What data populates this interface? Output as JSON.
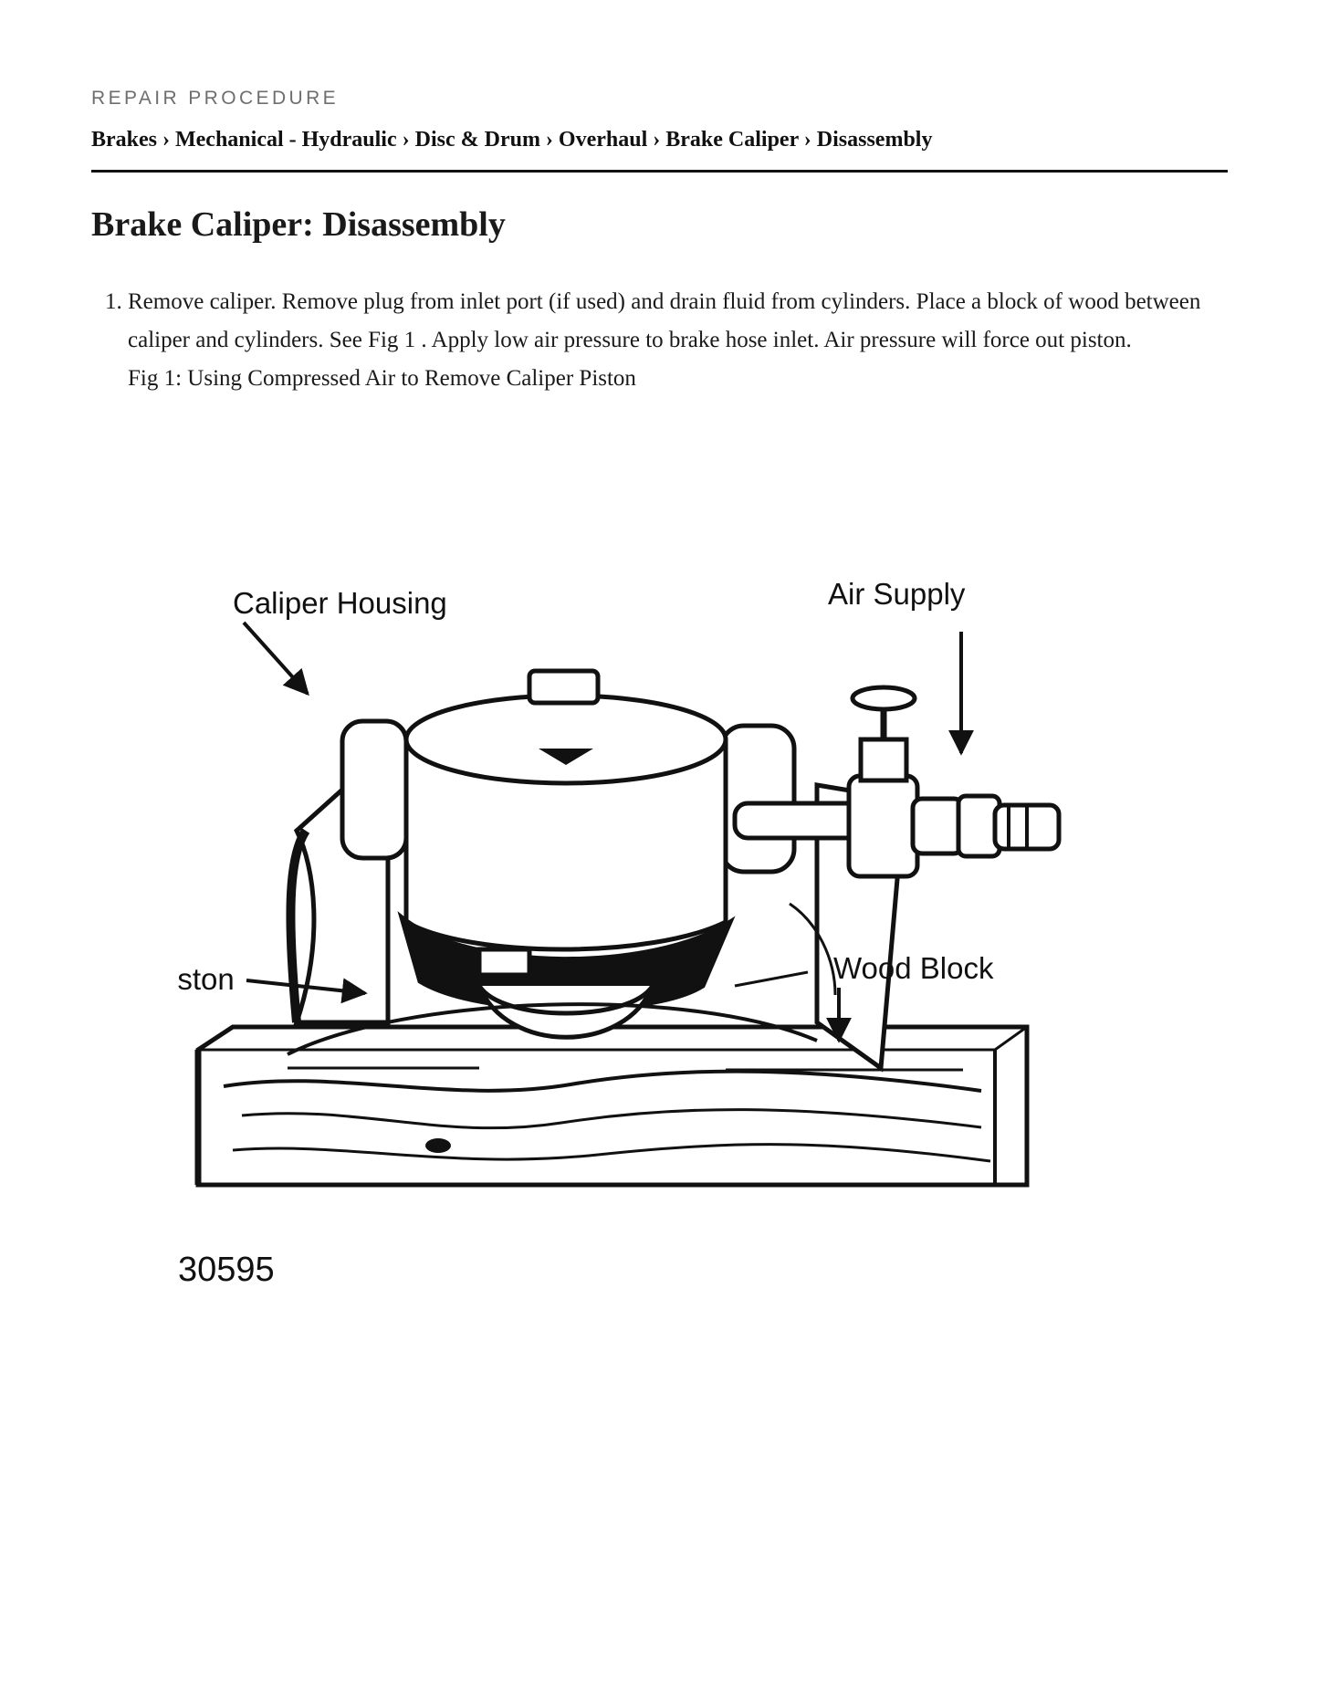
{
  "header": {
    "kicker": "REPAIR PROCEDURE",
    "breadcrumb": "Brakes › Mechanical - Hydraulic › Disc & Drum › Overhaul › Brake Caliper › Disassembly"
  },
  "title": "Brake Caliper: Disassembly",
  "steps": [
    {
      "text": "Remove caliper. Remove plug from inlet port (if used) and drain fluid from cylinders. Place a block of wood between caliper and cylinders. See Fig 1 . Apply low air pressure to brake hose inlet. Air pressure will force out piston.",
      "figure_caption": "Fig 1: Using Compressed Air to Remove Caliper Piston"
    }
  ],
  "figure": {
    "labels": {
      "caliper_housing": "Caliper Housing",
      "air_supply": "Air Supply",
      "piston": "Piston",
      "wood_block": "Wood Block"
    },
    "number": "30595"
  }
}
